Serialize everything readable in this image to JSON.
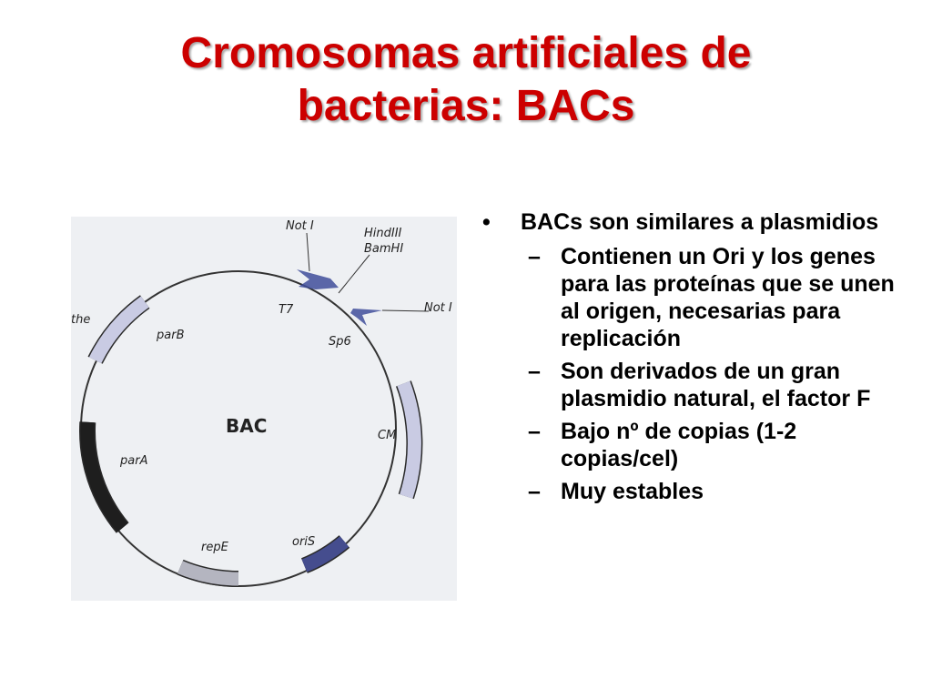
{
  "title": {
    "line1": "Cromosomas artificiales de",
    "line2": "bacterias: BACs",
    "color": "#cc0000"
  },
  "diagram": {
    "center_label": "BAC",
    "labels": {
      "not1_top": "Not I",
      "hindiii": "HindIII",
      "bamhi": "BamHI",
      "not1_right": "Not I",
      "t7": "T7",
      "sp6": "Sp6",
      "parb": "parB",
      "para": "parA",
      "cm": "CM",
      "repe": "repE",
      "oris": "oriS",
      "fragment": "the"
    },
    "colors": {
      "ring": "#333333",
      "light_segment": "#c9cbe3",
      "dark_segment": "#1e1e1e",
      "blue_segment": "#454d8e",
      "gray_segment": "#b4b5c0",
      "promoter": "#3f4d9a"
    }
  },
  "bullets": {
    "marker_l1": "•",
    "marker_l2": "–",
    "main": "BACs son similares a plasmidios",
    "sub": [
      "Contienen un Ori y los genes para las proteínas que se unen al origen, necesarias para replicación",
      "Son derivados de un gran plasmidio natural, el factor F",
      "Bajo nº de copias (1-2 copias/cel)",
      "Muy estables"
    ]
  }
}
